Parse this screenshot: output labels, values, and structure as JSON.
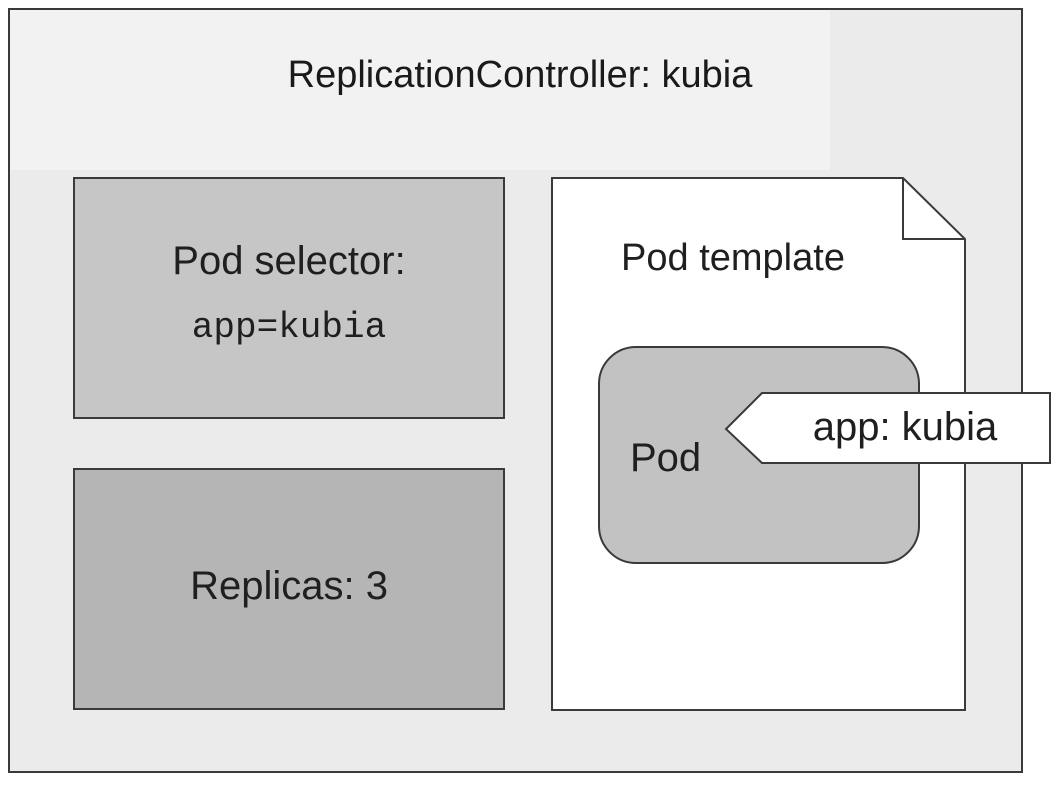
{
  "title": "ReplicationController: kubia",
  "pod_selector": {
    "label": "Pod selector:",
    "value": "app=kubia"
  },
  "replicas": {
    "label": "Replicas: 3"
  },
  "pod_template": {
    "label": "Pod template",
    "pod": {
      "label": "Pod",
      "tag": "app: kubia"
    }
  },
  "colors": {
    "frame_bg": "#ebebeb",
    "selector_bg": "#c6c6c6",
    "replicas_bg": "#b5b5b5",
    "pod_bg": "#c2c2c2",
    "border": "#3a3a3a"
  }
}
